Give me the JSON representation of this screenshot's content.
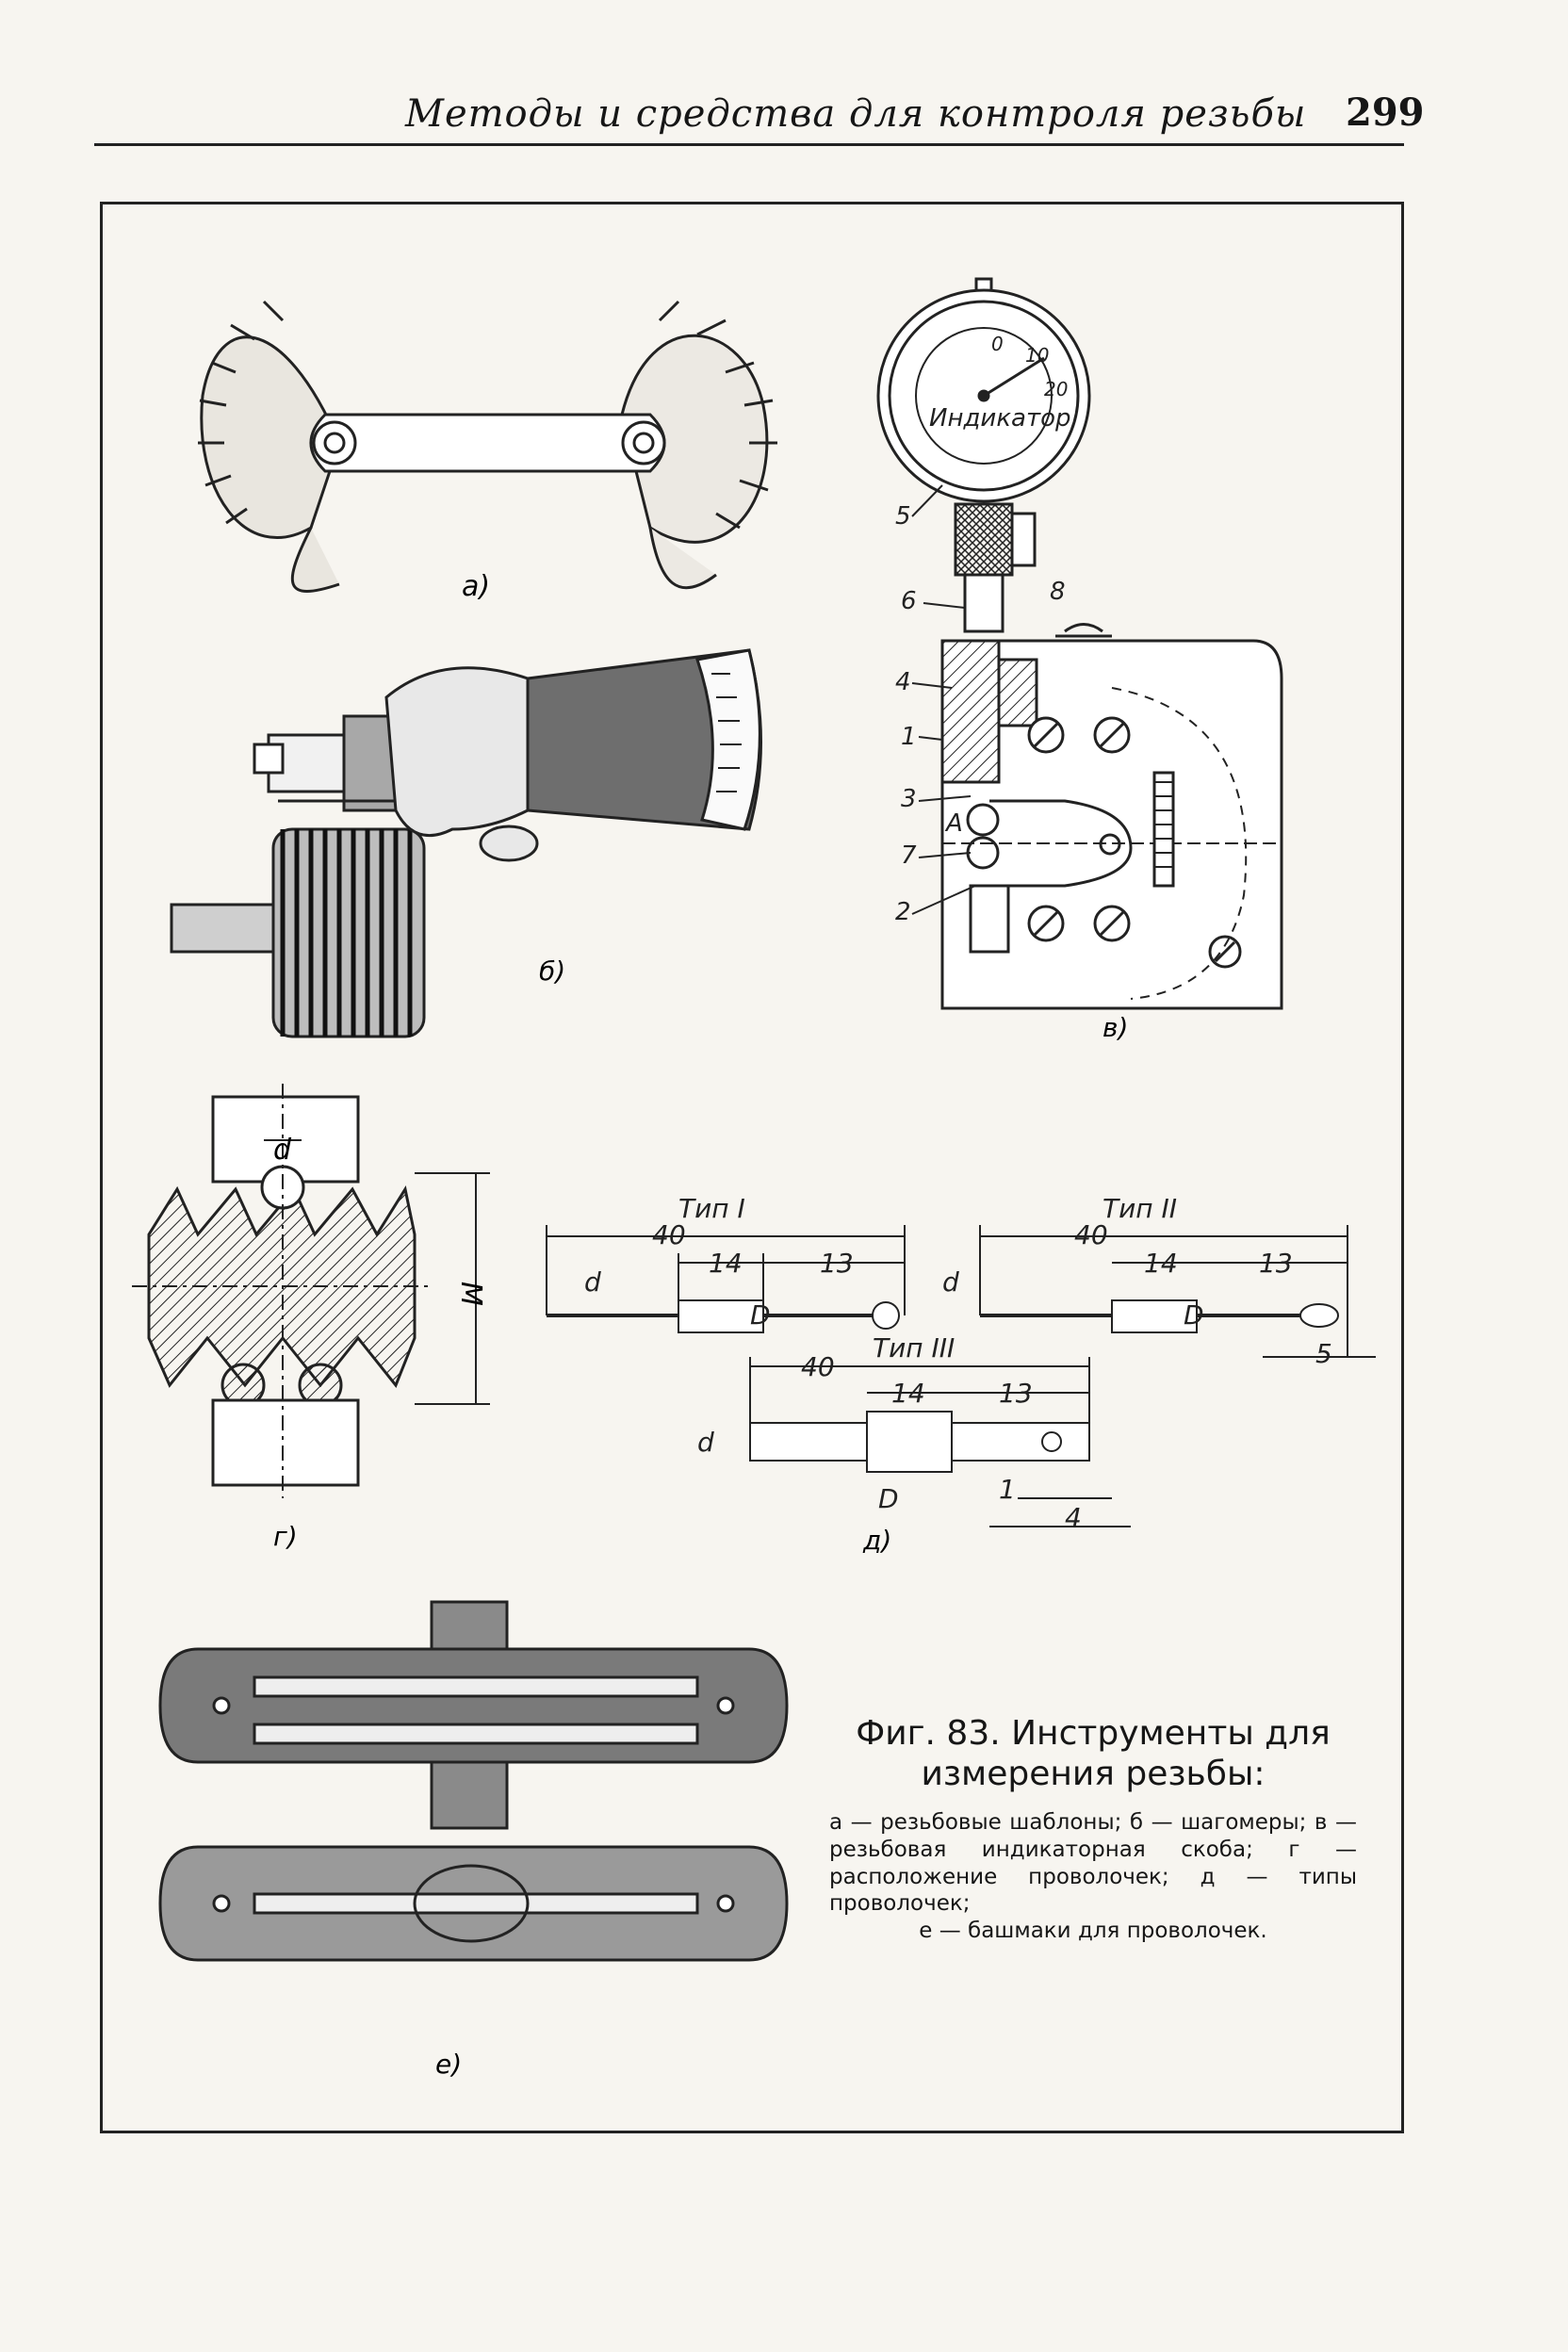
{
  "header": {
    "title": "Методы и средства для контроля резьбы",
    "page_number": "299"
  },
  "panels": {
    "a": "а)",
    "b": "б)",
    "v": "в)",
    "g": "г)",
    "d": "д)",
    "e": "е)"
  },
  "indicator": {
    "dial_label": "Индикатор",
    "scale_0": "0",
    "scale_10": "10",
    "scale_20": "20",
    "part_labels": [
      "5",
      "6",
      "8",
      "4",
      "1",
      "3",
      "А",
      "7",
      "2"
    ]
  },
  "wire_section": {
    "d": "d",
    "M": "M"
  },
  "wire_types": {
    "type1": {
      "title": "Тип I",
      "total": "40",
      "len_a": "14",
      "len_b": "13",
      "d": "d",
      "D": "D"
    },
    "type2": {
      "title": "Тип II",
      "total": "40",
      "len_a": "14",
      "len_b": "13",
      "d": "d",
      "D": "D",
      "eye": "5"
    },
    "type3": {
      "title": "Тип III",
      "total": "40",
      "len_a": "14",
      "len_b": "13",
      "d": "d",
      "D": "D",
      "hole": "1",
      "end": "4"
    }
  },
  "figure": {
    "title": "Фиг. 83. Инструменты для измерения резьбы:",
    "caption": "а — резьбовые шаблоны; б — шагомеры; в — резьбовая индикаторная скоба; г — расположение проволочек; д — типы проволочек;",
    "caption_last": "е — башмаки для проволочек."
  }
}
